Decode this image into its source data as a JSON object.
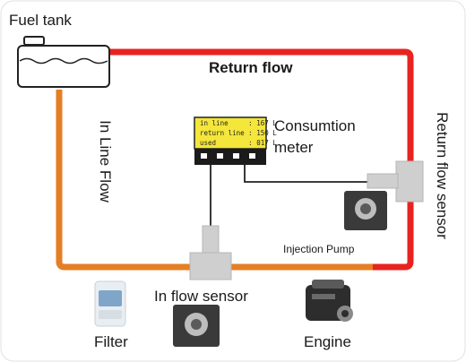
{
  "labels": {
    "fuel_tank": "Fuel tank",
    "return_flow": "Return flow",
    "consumption_meter_line1": "Consumtion",
    "consumption_meter_line2": "meter",
    "in_line_flow": "In Line Flow",
    "return_flow_sensor": "Return flow sensor",
    "injection_pump": "Injection Pump",
    "in_flow_sensor": "In flow sensor",
    "filter": "Filter",
    "engine": "Engine"
  },
  "meter_display": {
    "line1": "in line     : 167 L",
    "line2": "return line : 150 L",
    "line3": "used        : 017 L"
  },
  "colors": {
    "return_line": "#e8231f",
    "supply_line": "#e57e24",
    "meter_screen": "#f4e63a",
    "sensor_body": "#cfcfcf"
  }
}
